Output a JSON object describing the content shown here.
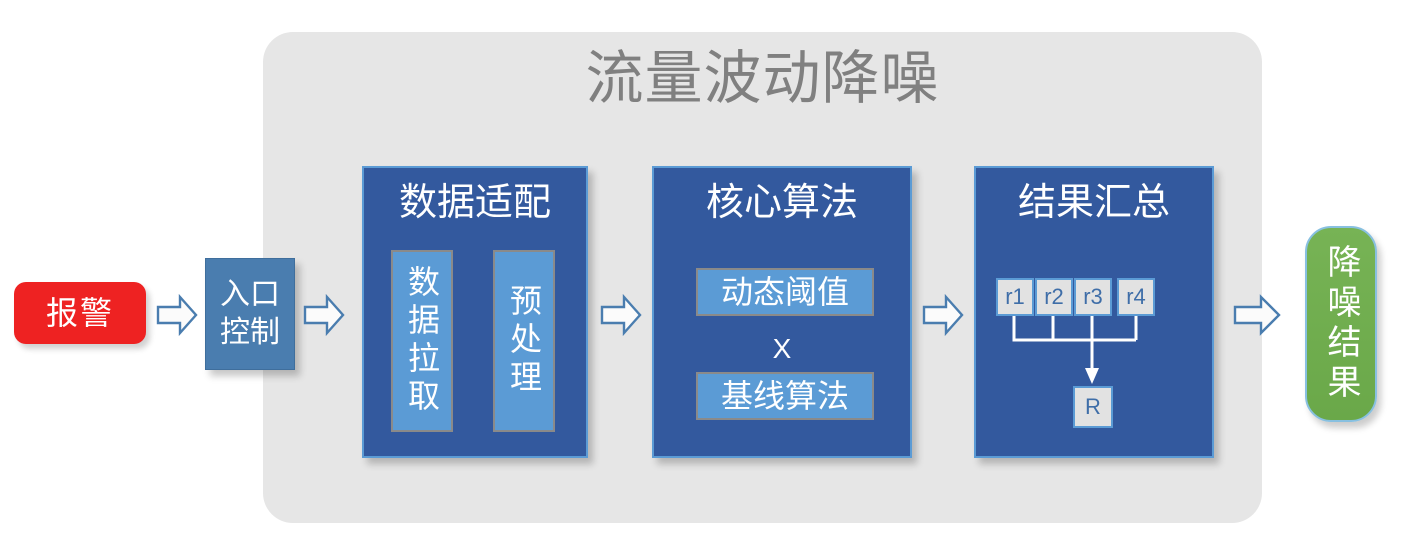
{
  "diagram": {
    "title": "流量波动降噪",
    "title_color": "#808080",
    "panel_color": "#e6e6e6",
    "accent_blue": "#33599e",
    "chip_blue": "#5b9bd5",
    "alarm_color": "#ee2222",
    "result_green": "#6aa849",
    "arrow_color": "#4a7daf"
  },
  "input": {
    "alarm_label": "报警"
  },
  "entry": {
    "line1": "入口",
    "line2": "控制"
  },
  "stages": [
    {
      "header": "数据适配",
      "chips": [
        "数据拉取",
        "预处理"
      ]
    },
    {
      "header": "核心算法",
      "chips": [
        "动态阈值",
        "基线算法"
      ],
      "operator": "X"
    },
    {
      "header": "结果汇总",
      "nodes": [
        "r1",
        "r2",
        "r3",
        "r4"
      ],
      "merge_node": "R"
    }
  ],
  "output": {
    "result_label": "降噪结果"
  },
  "arrows": [
    {
      "name": "alarm-to-entry"
    },
    {
      "name": "entry-to-data-adapt"
    },
    {
      "name": "data-adapt-to-core-algo"
    },
    {
      "name": "core-algo-to-result-summary"
    },
    {
      "name": "result-summary-to-output"
    }
  ]
}
